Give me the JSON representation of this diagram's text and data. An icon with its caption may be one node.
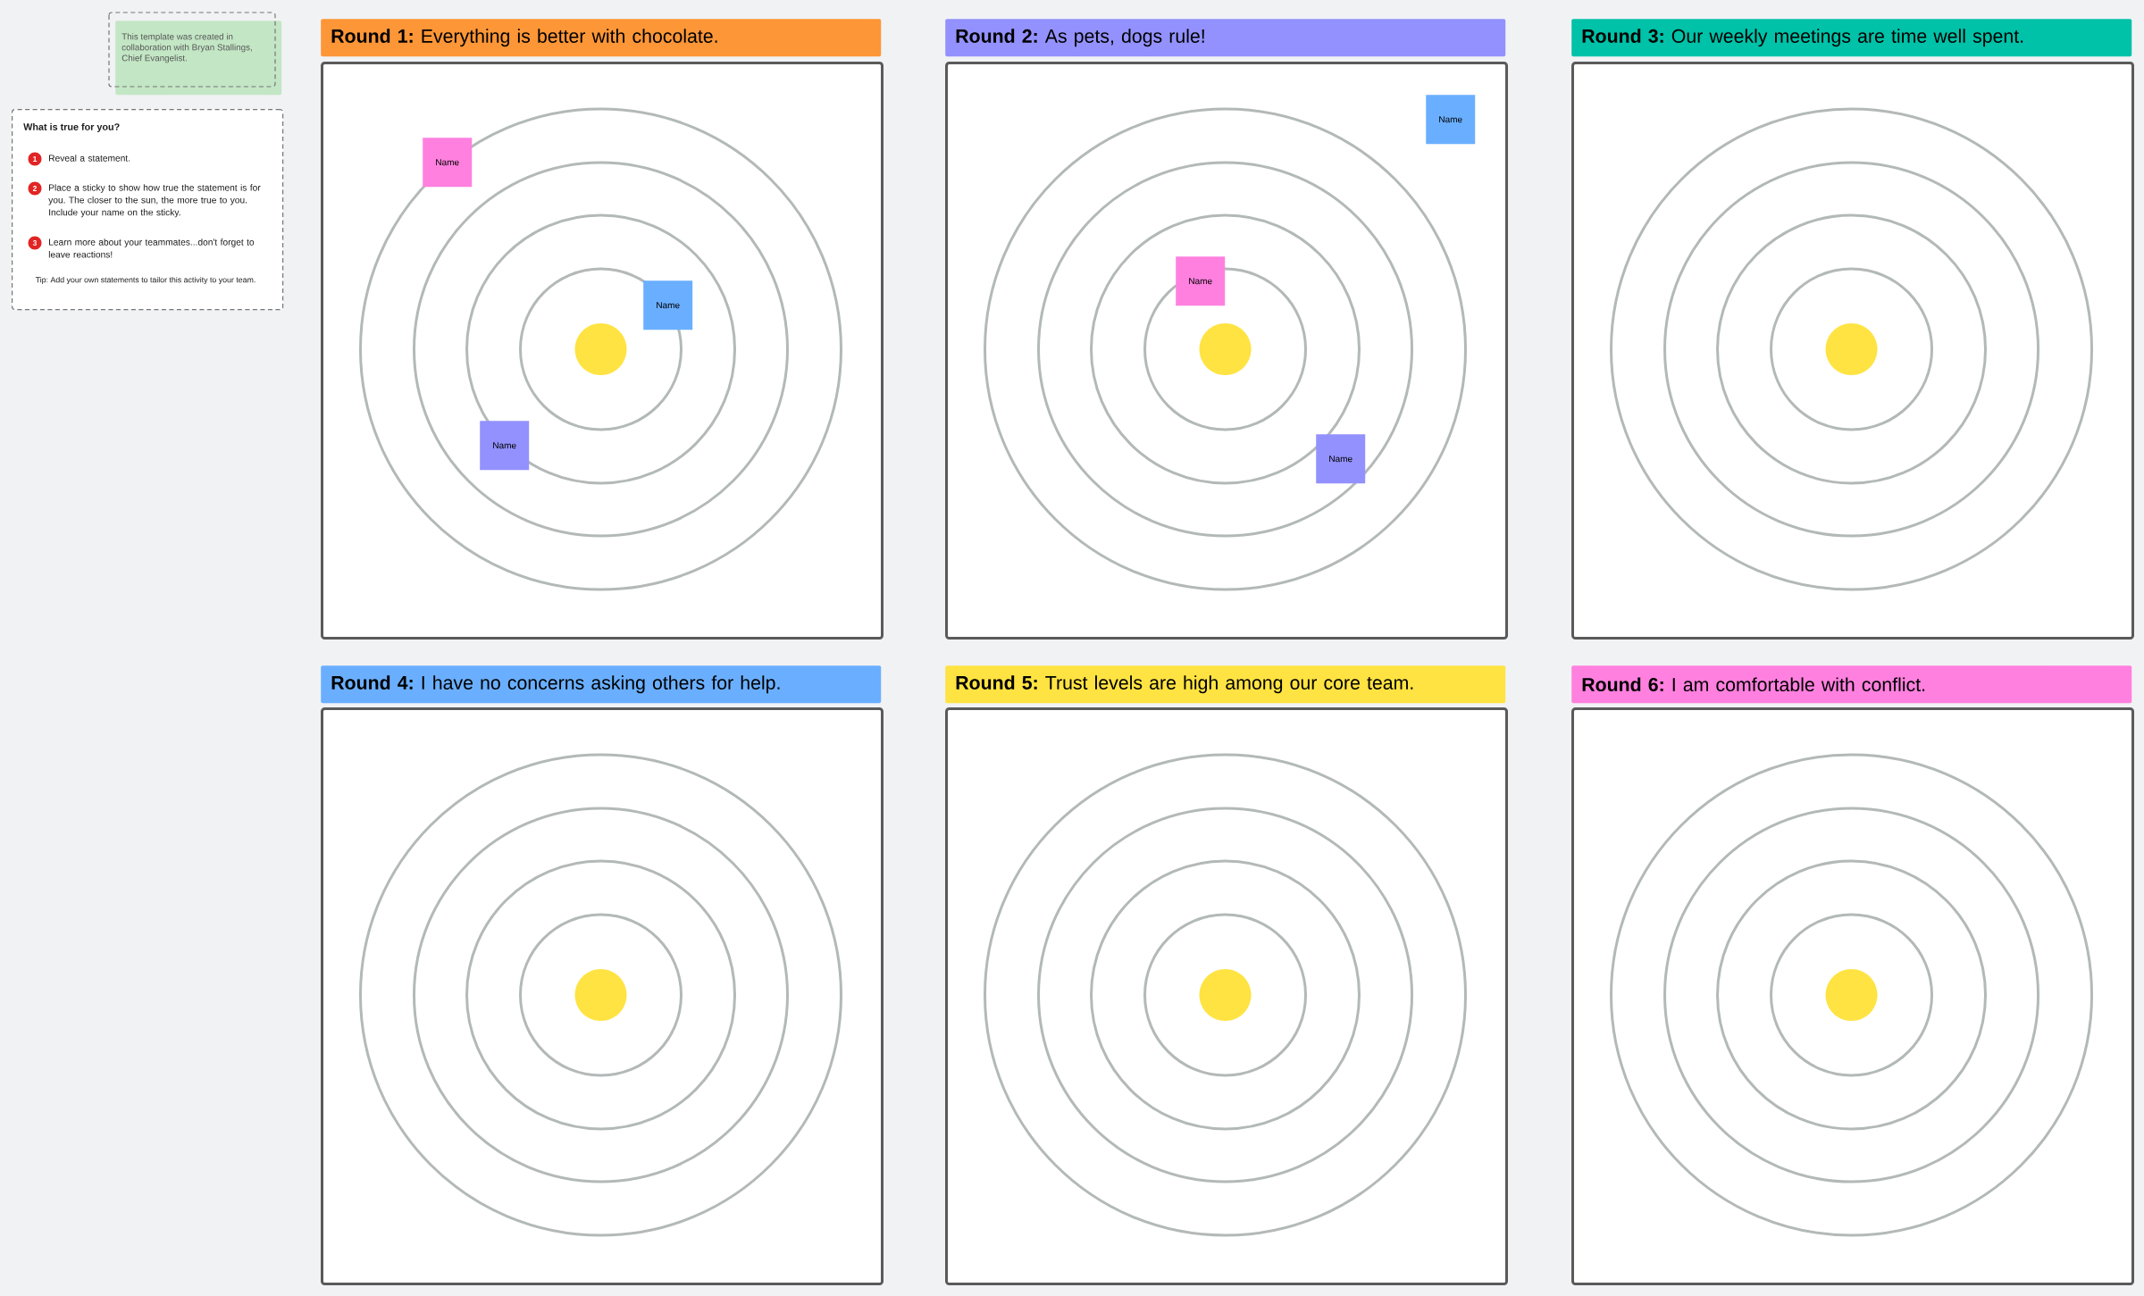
{
  "diagram": {
    "nodes": [
      {
        "text": [
          "This template was created in collaboration with Bryan Stallings, Chief Evangelist."
        ]
      },
      {
        "text": [
          "What is true for you?",
          "Tip: Add your own statements to tailor this activity to your team."
        ]
      },
      {
        "text": [
          "1"
        ],
        "in": 1,
        "beside": [
          "Reveal a statement."
        ]
      },
      {
        "text": [
          "2"
        ],
        "in": 1,
        "beside": [
          "Place a sticky to show how true the statement is for you. The closer to the sun, the more true to you. Include your name on the sticky."
        ]
      },
      {
        "text": [
          "3"
        ],
        "in": 1,
        "beside": [
          "Learn more about your teammates...don't forget to leave reactions!"
        ]
      },
      {
        "text": [
          "**Round 1:** Everything is better with chocolate."
        ]
      },
      {
        "text": [],
        "shape": "box"
      },
      {
        "text": [
          "Name"
        ],
        "in": 6
      },
      {
        "text": [
          "Name"
        ],
        "in": 6
      },
      {
        "text": [
          "Name"
        ],
        "in": 6
      },
      {
        "text": [
          "**Round 2:** As pets, dogs rule!"
        ]
      },
      {
        "text": [],
        "shape": "box"
      },
      {
        "text": [
          "Name"
        ],
        "in": 11
      },
      {
        "text": [
          "Name"
        ],
        "in": 11
      },
      {
        "text": [
          "Name"
        ],
        "in": 11
      },
      {
        "text": [
          "**Round 3:** Our weekly meetings are time well spent."
        ]
      },
      {
        "text": [],
        "shape": "box"
      },
      {
        "text": [
          "**Round 4:** I have no concerns asking others for help."
        ]
      },
      {
        "text": [],
        "shape": "box"
      },
      {
        "text": [
          "**Round 5:** Trust levels are high among our core team."
        ]
      },
      {
        "text": [],
        "shape": "box"
      },
      {
        "text": [
          "**Round 6:** I am comfortable with conflict."
        ]
      },
      {
        "text": [],
        "shape": "box"
      }
    ]
  }
}
